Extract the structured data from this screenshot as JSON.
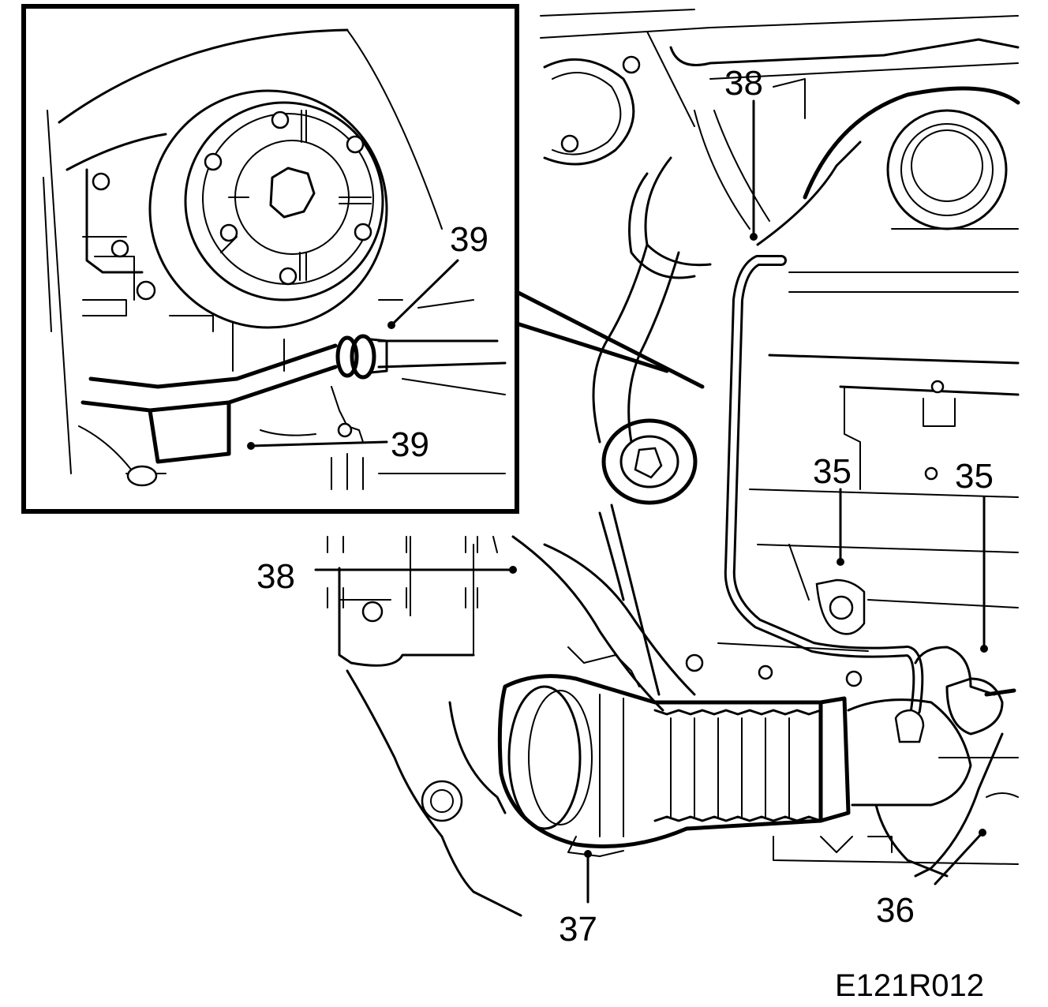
{
  "diagram": {
    "drawing_code": "E121R012",
    "callouts": {
      "c35a": "35",
      "c35b": "35",
      "c36": "36",
      "c37": "37",
      "c38a": "38",
      "c38b": "38",
      "c39a": "39",
      "c39b": "39"
    }
  }
}
